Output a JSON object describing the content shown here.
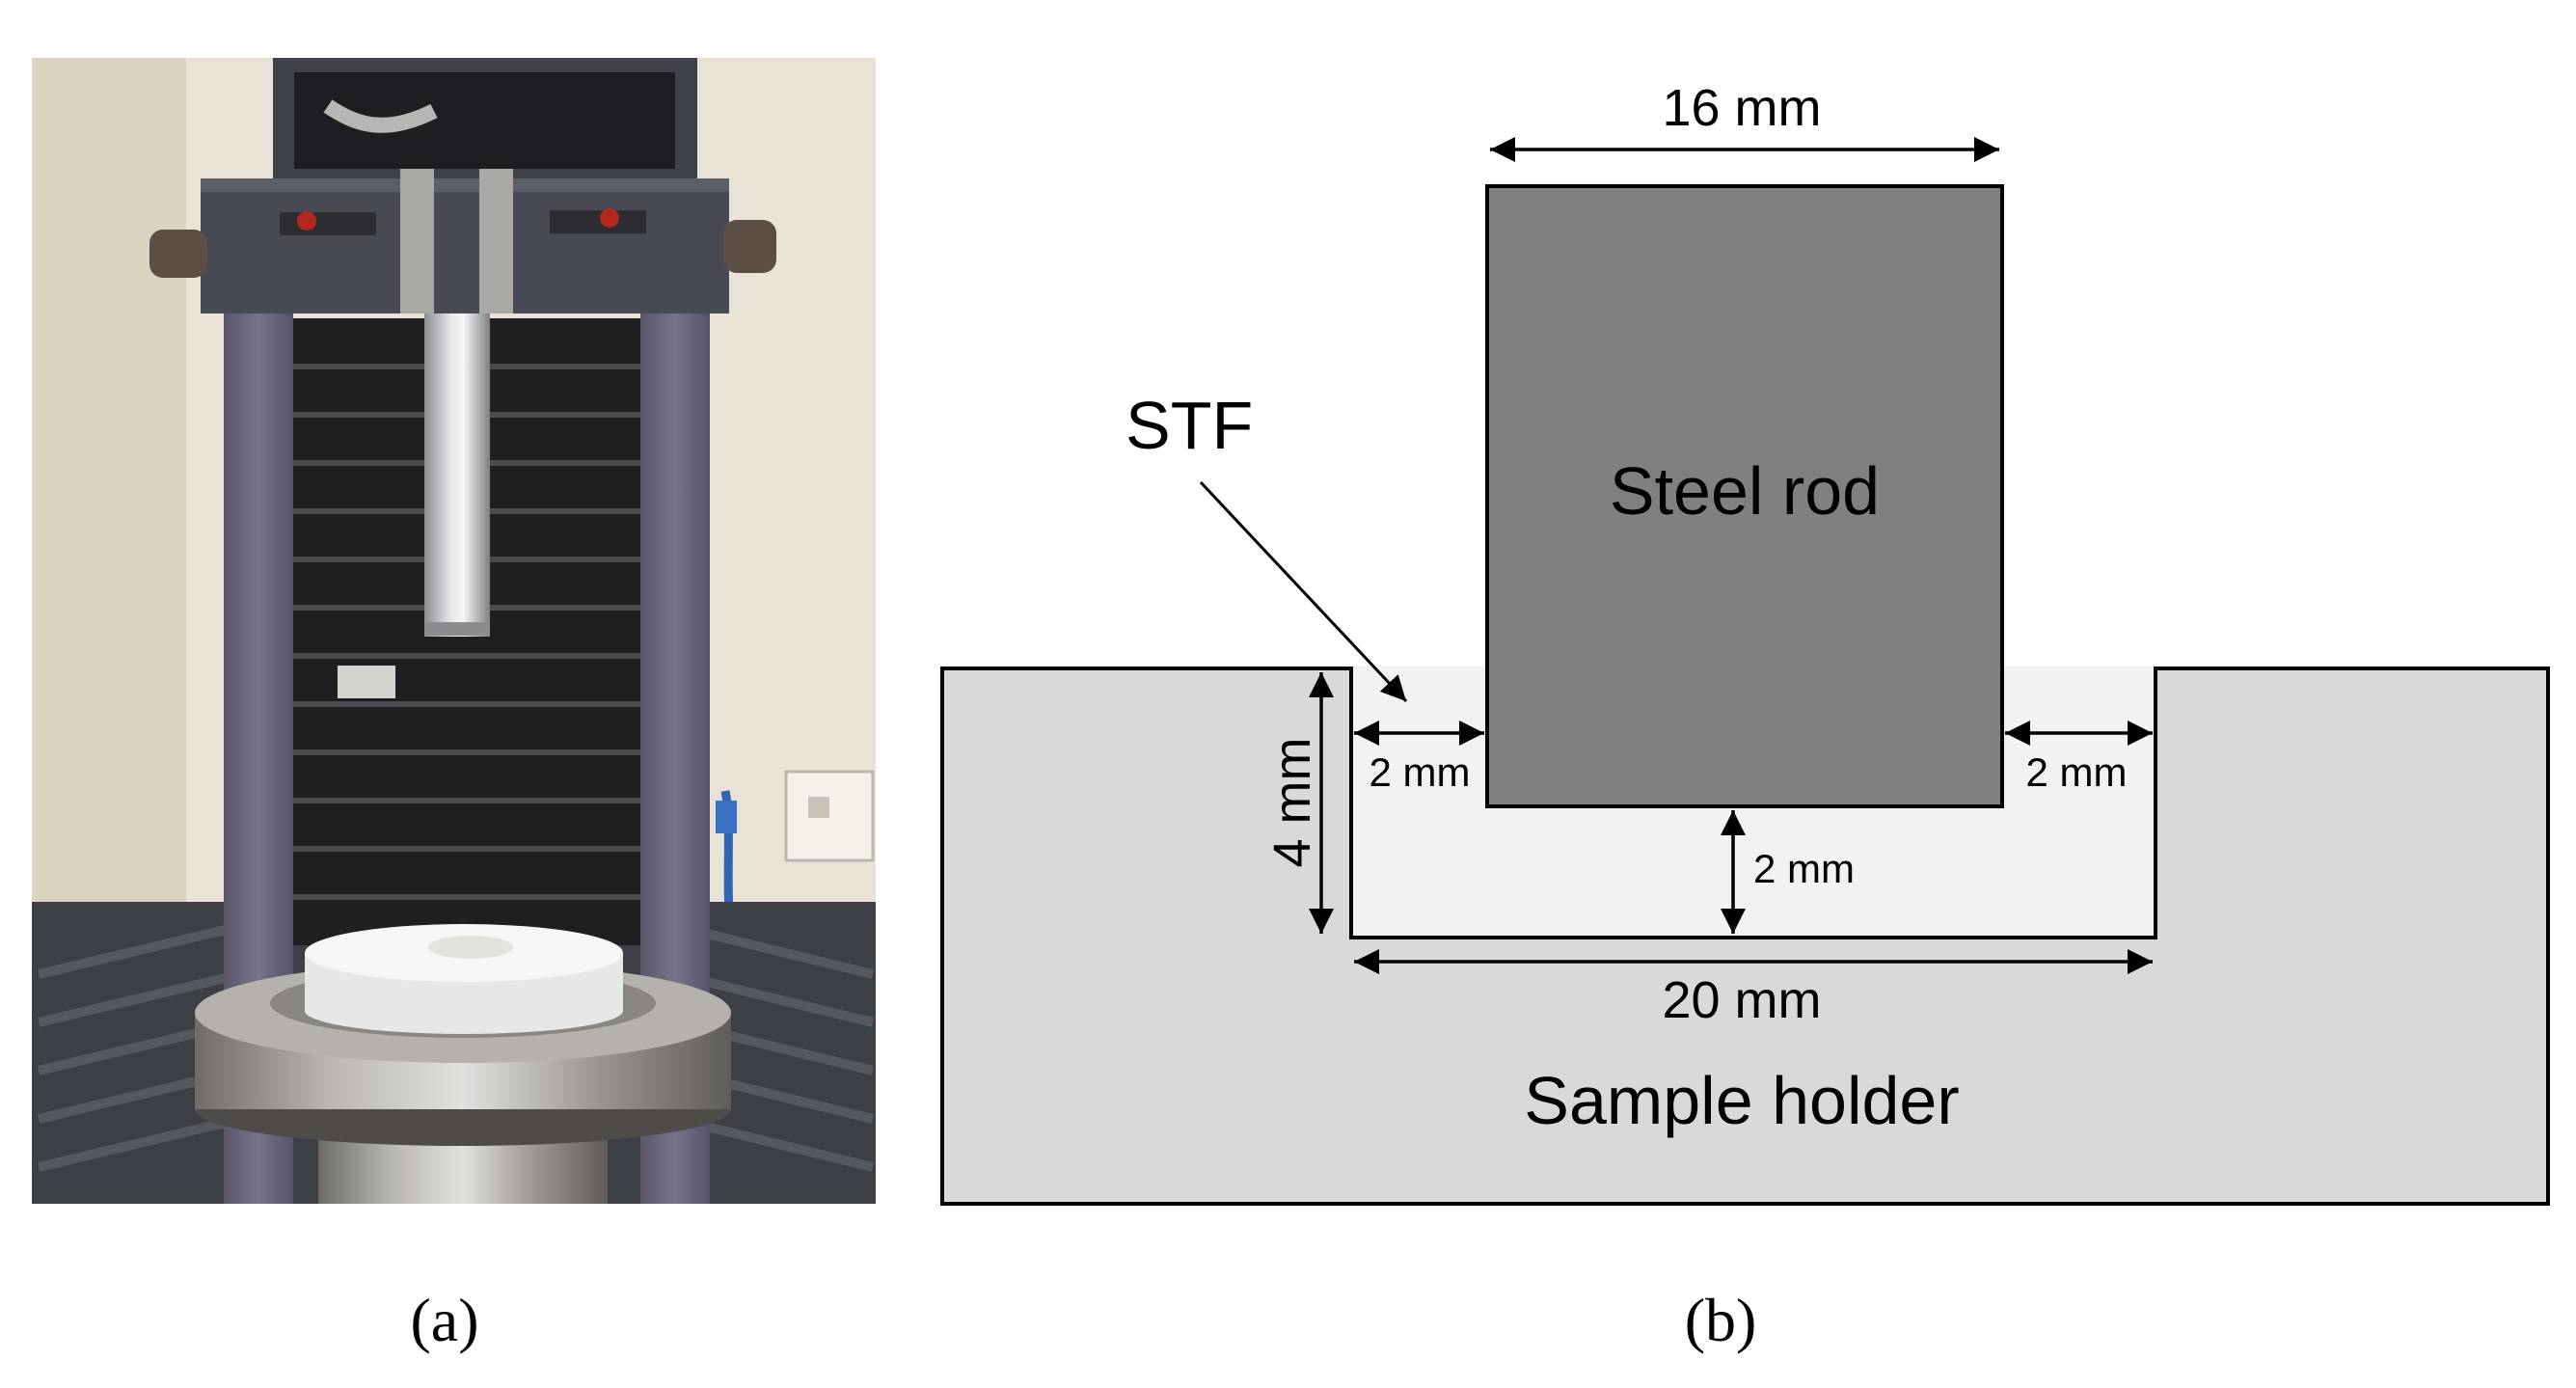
{
  "panel_a": {
    "caption": "(a)",
    "colors": {
      "wall": "#e9e2d6",
      "frame_dark": "#4a4d55",
      "column_purple": "#6d6a7c",
      "bellows": "#1f1f22",
      "rod_steel": "#c9cbcf",
      "sample_white": "#eeeeee",
      "holder_steel": "#8f8a86"
    }
  },
  "panel_b": {
    "caption": "(b)",
    "labels": {
      "steel_rod": "Steel rod",
      "sample_holder": "Sample holder",
      "stf": "STF",
      "dim_rod_width": "16 mm",
      "dim_well_width": "20 mm",
      "dim_well_depth": "4 mm",
      "dim_gap_left": "2 mm",
      "dim_gap_right": "2 mm",
      "dim_gap_bottom": "2 mm"
    },
    "colors": {
      "steel_rod": "#808080",
      "sample_holder": "#d9d9d9",
      "stf_fill": "#f2f2f2",
      "stroke": "#000000"
    }
  }
}
